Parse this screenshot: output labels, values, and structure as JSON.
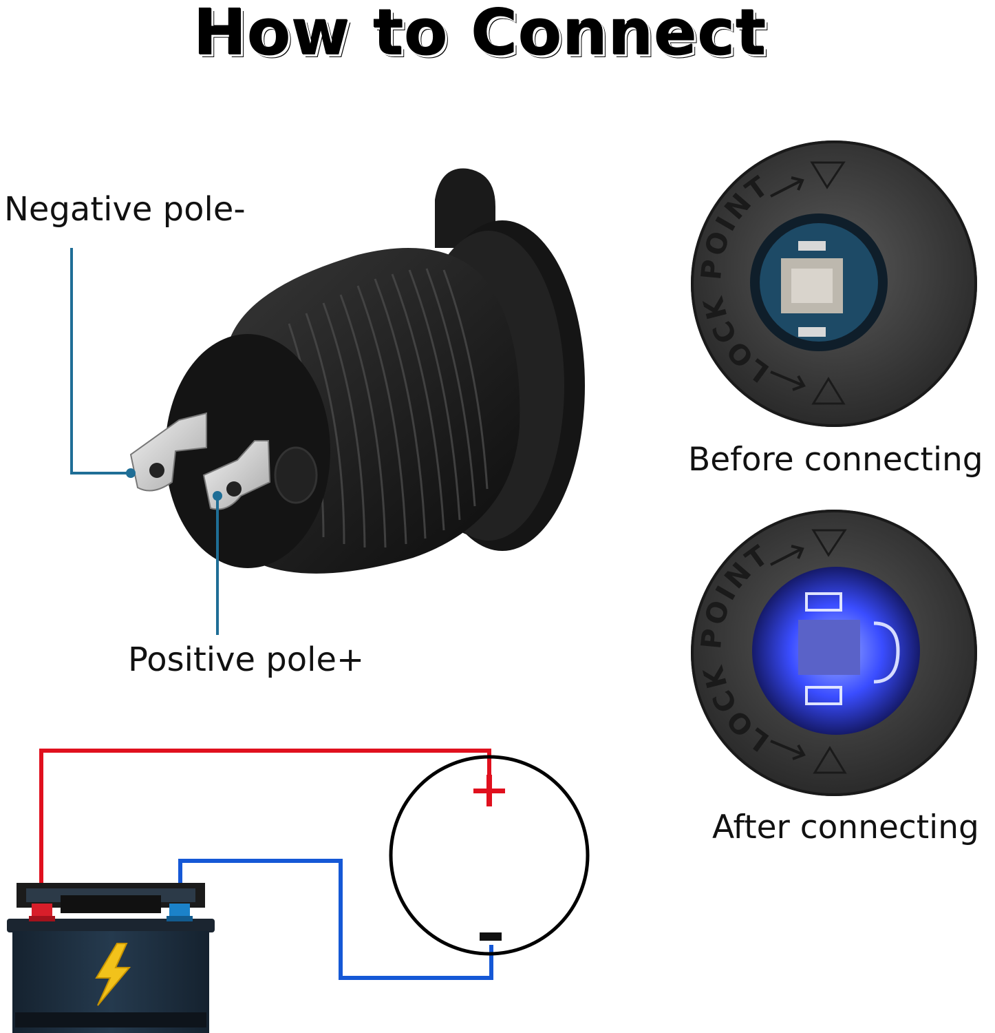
{
  "title": "How to Connect",
  "labels": {
    "negative_pole": "Negative pole-",
    "positive_pole": "Positive pole+",
    "before_connecting": "Before connecting",
    "after_connecting": "After connecting"
  },
  "socket_ring_text": "LOCK POINT",
  "circuit": {
    "plus_sign": "+",
    "minus_sign": "-"
  },
  "colors": {
    "positive_wire": "#e0101e",
    "negative_wire": "#1558d6",
    "leader_line": "#1f6e96",
    "battery_body": "#1b2a3a",
    "bolt": "#f2c21b",
    "led_glow": "#3a4dff"
  },
  "icons": {
    "battery": "car-battery-icon",
    "bolt": "lightning-bolt-icon"
  }
}
